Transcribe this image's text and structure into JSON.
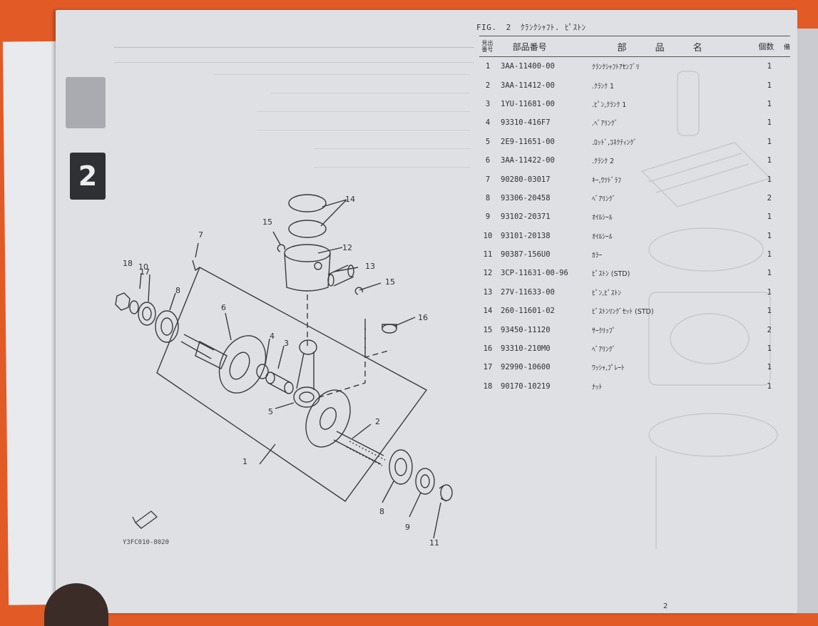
{
  "tab_number": "2",
  "figure": {
    "label": "FIG.",
    "number": "2",
    "title": "ｸﾗﾝｸｼｬﾌﾄ. ﾋﾟｽﾄﾝ"
  },
  "table": {
    "headers": {
      "ref": "見出番号",
      "part_no": "部品番号",
      "name": "部 品 名",
      "qty": "個数",
      "extra": "備"
    },
    "rows": [
      {
        "ref": "1",
        "part_no": "3AA-11400-00",
        "name": "ｸﾗﾝｸｼｬﾌﾄｱｾﾝﾌﾞﾘ",
        "qty": "1"
      },
      {
        "ref": "2",
        "part_no": "3AA-11412-00",
        "name": ".ｸﾗﾝｸ 1",
        "qty": "1"
      },
      {
        "ref": "3",
        "part_no": "1YU-11681-00",
        "name": ".ﾋﾟﾝ,ｸﾗﾝｸ 1",
        "qty": "1"
      },
      {
        "ref": "4",
        "part_no": "93310-416F7",
        "name": ".ﾍﾞｱﾘﾝｸﾞ",
        "qty": "1"
      },
      {
        "ref": "5",
        "part_no": "2E9-11651-00",
        "name": ".ﾛｯﾄﾞ,ｺﾈｸﾃｨﾝｸﾞ",
        "qty": "1"
      },
      {
        "ref": "6",
        "part_no": "3AA-11422-00",
        "name": ".ｸﾗﾝｸ 2",
        "qty": "1"
      },
      {
        "ref": "7",
        "part_no": "90280-03017",
        "name": "ｷｰ,ｳﾂﾄﾞﾗﾌ",
        "qty": "1"
      },
      {
        "ref": "8",
        "part_no": "93306-20458",
        "name": "ﾍﾞｱﾘﾝｸﾞ",
        "qty": "2"
      },
      {
        "ref": "9",
        "part_no": "93102-20371",
        "name": "ｵｲﾙｼｰﾙ",
        "qty": "1"
      },
      {
        "ref": "10",
        "part_no": "93101-20138",
        "name": "ｵｲﾙｼｰﾙ",
        "qty": "1"
      },
      {
        "ref": "11",
        "part_no": "90387-156U0",
        "name": "ｶﾗｰ",
        "qty": "1"
      },
      {
        "ref": "12",
        "part_no": "3CP-11631-00-96",
        "name": "ﾋﾟｽﾄﾝ (STD)",
        "qty": "1"
      },
      {
        "ref": "13",
        "part_no": "27V-11633-00",
        "name": "ﾋﾟﾝ,ﾋﾟｽﾄﾝ",
        "qty": "1"
      },
      {
        "ref": "14",
        "part_no": "260-11601-02",
        "name": "ﾋﾟｽﾄﾝﾘﾝｸﾞｾｯﾄ (STD)",
        "qty": "1"
      },
      {
        "ref": "15",
        "part_no": "93450-11120",
        "name": "ｻｰｸﾘｯﾌﾟ",
        "qty": "2"
      },
      {
        "ref": "16",
        "part_no": "93310-210M0",
        "name": "ﾍﾞｱﾘﾝｸﾞ",
        "qty": "1"
      },
      {
        "ref": "17",
        "part_no": "92990-10600",
        "name": "ﾜｯｼｬ,ﾌﾟﾚｰﾄ",
        "qty": "1"
      },
      {
        "ref": "18",
        "part_no": "90170-10219",
        "name": "ﾅｯﾄ",
        "qty": "1"
      }
    ]
  },
  "diagram": {
    "callouts": [
      "1",
      "2",
      "3",
      "4",
      "5",
      "6",
      "7",
      "8",
      "8",
      "9",
      "10",
      "11",
      "12",
      "13",
      "14",
      "15",
      "15",
      "16",
      "17",
      "18"
    ],
    "drawing_code": "Y3FC010-8020"
  },
  "page_number": "2",
  "colors": {
    "background": "#e25a26",
    "paper": "#dfe0e4",
    "ink": "#2f2f2f",
    "tab": "#2f3033"
  }
}
